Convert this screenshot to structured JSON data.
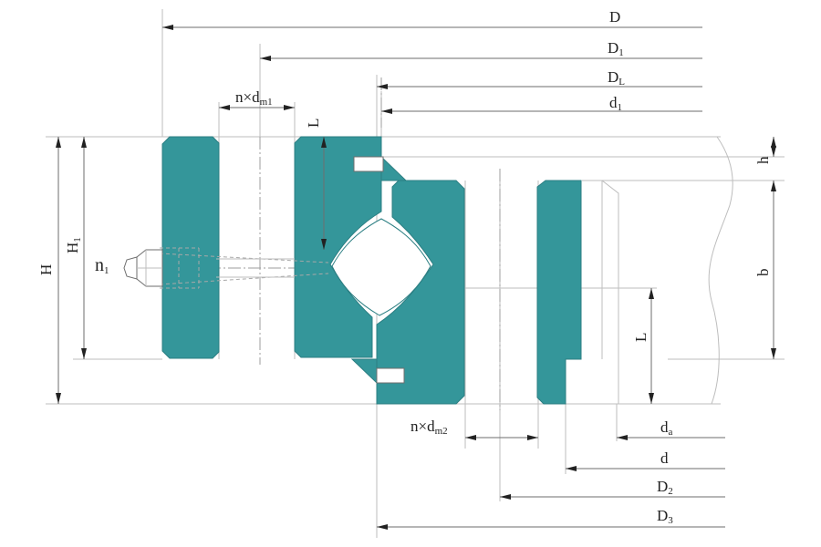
{
  "colors": {
    "ring_fill": "#34969a",
    "ring_edge": "#2c7f83",
    "line": "#6e6e6e",
    "light_line": "#bdbdbd",
    "text": "#222222",
    "background": "#ffffff"
  },
  "labels": {
    "D": "D",
    "D1": {
      "main": "D",
      "sub": "1"
    },
    "DL": {
      "main": "D",
      "sub": "L"
    },
    "d1": {
      "main": "d",
      "sub": "1"
    },
    "n_dm1": {
      "main": "n×d",
      "sub": "m1"
    },
    "L_top": "L",
    "h": "h",
    "H": "H",
    "H1": {
      "main": "H",
      "sub": "1"
    },
    "n1": {
      "main": "n",
      "sub": "1"
    },
    "b": "b",
    "L_bottom": "L",
    "n_dm2": {
      "main": "n×d",
      "sub": "m2"
    },
    "da": {
      "main": "d",
      "sub": "a"
    },
    "d": "d",
    "D2": {
      "main": "D",
      "sub": "2"
    },
    "D3": {
      "main": "D",
      "sub": "3"
    }
  },
  "icons": [
    "arrowhead-icon",
    "bolt-nut-icon"
  ]
}
